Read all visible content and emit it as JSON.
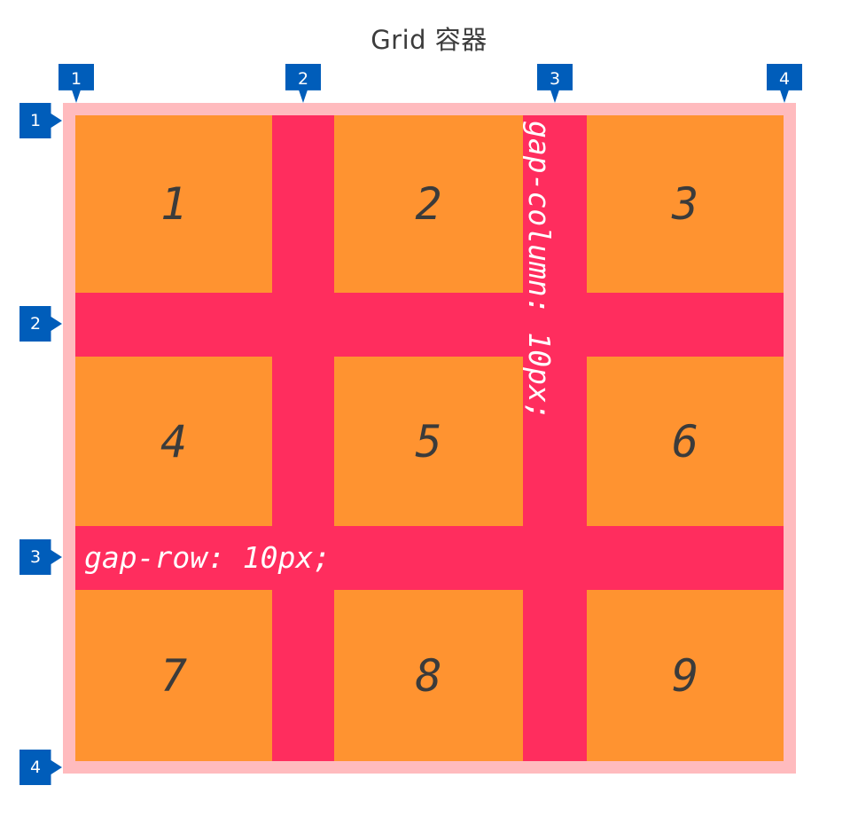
{
  "page": {
    "title": "Grid 容器",
    "background": "#ffffff"
  },
  "colors": {
    "container_padding": "#ffbbbe",
    "gap": "#ff2d5e",
    "cell": "#ff9330",
    "cell_text": "#3b3b3b",
    "marker": "#005dba",
    "marker_text": "#ffffff",
    "title_text": "#3c3c3c",
    "gap_label_text": "#ffffff"
  },
  "grid": {
    "cells": [
      {
        "label": "1"
      },
      {
        "label": "2"
      },
      {
        "label": "3"
      },
      {
        "label": "4"
      },
      {
        "label": "5"
      },
      {
        "label": "6"
      },
      {
        "label": "7"
      },
      {
        "label": "8"
      },
      {
        "label": "9"
      }
    ],
    "gap_row_label": "gap-row: 10px;",
    "gap_column_label": "gap-column: 10px;"
  },
  "markers": {
    "top": [
      {
        "label": "1"
      },
      {
        "label": "2"
      },
      {
        "label": "3"
      },
      {
        "label": "4"
      }
    ],
    "left": [
      {
        "label": "1"
      },
      {
        "label": "2"
      },
      {
        "label": "3"
      },
      {
        "label": "4"
      }
    ]
  }
}
